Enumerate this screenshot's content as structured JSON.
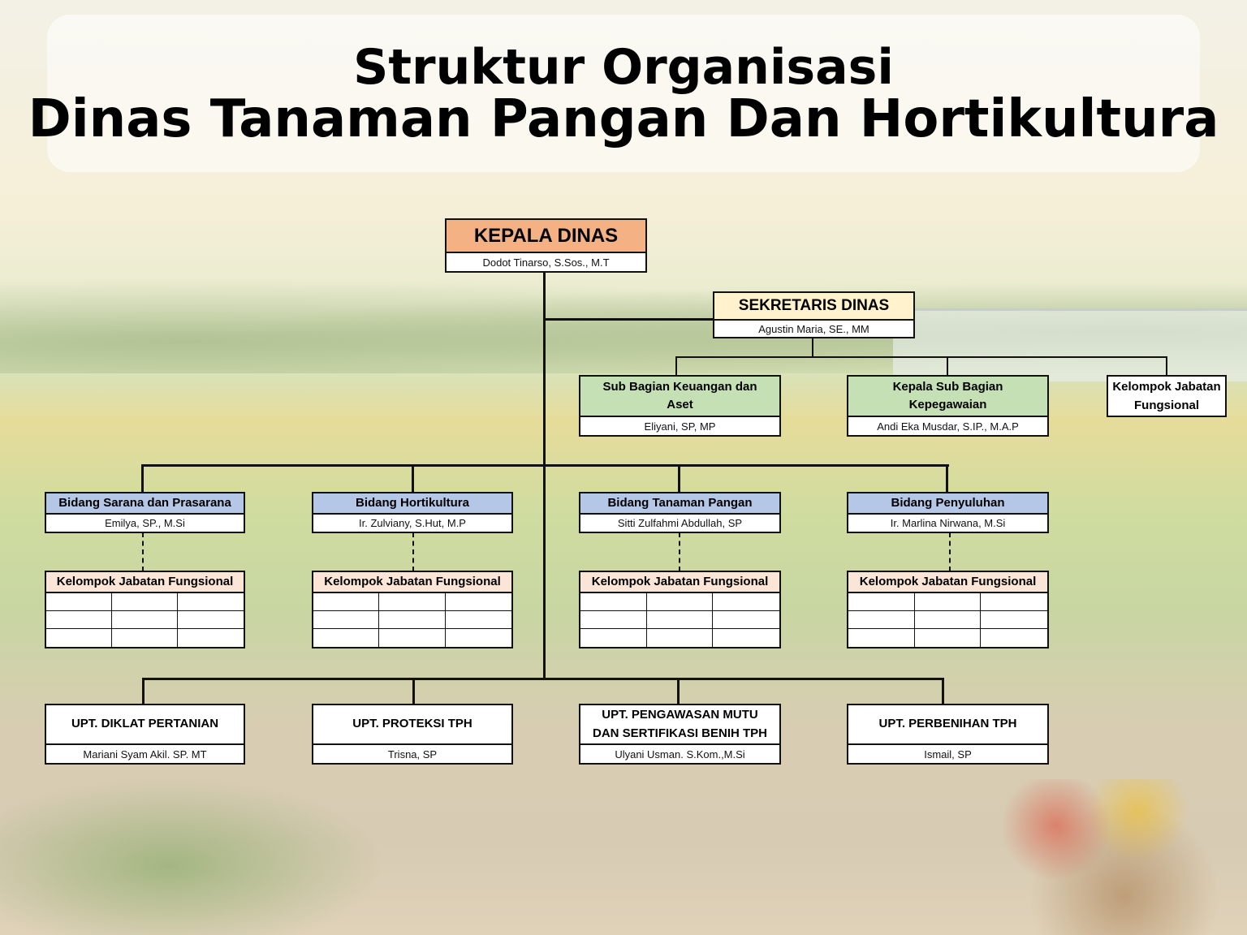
{
  "title": {
    "line1": "Struktur Organisasi",
    "line2": "Dinas Tanaman Pangan Dan Hortikultura"
  },
  "colors": {
    "kepala": "#f4b183",
    "sekretaris": "#fff2cc",
    "subbagian": "#c5e0b4",
    "bidang": "#b4c7e7",
    "kelompok": "#fbe5d6"
  },
  "kepala": {
    "title": "KEPALA DINAS",
    "name": "Dodot Tinarso, S.Sos., M.T"
  },
  "sekretaris": {
    "title": "SEKRETARIS DINAS",
    "name": "Agustin Maria, SE., MM"
  },
  "subbagian": [
    {
      "title": "Sub Bagian Keuangan dan Aset",
      "name": "Eliyani, SP, MP"
    },
    {
      "title": "Kepala Sub Bagian Kepegawaian",
      "name": "Andi Eka Musdar, S.IP., M.A.P"
    }
  ],
  "sekretariat_kelompok": "Kelompok Jabatan Fungsional",
  "bidang": [
    {
      "title": "Bidang Sarana dan Prasarana",
      "name": "Emilya, SP., M.Si"
    },
    {
      "title": "Bidang Hortikultura",
      "name": "Ir. Zulviany, S.Hut, M.P"
    },
    {
      "title": "Bidang Tanaman Pangan",
      "name": "Sitti Zulfahmi Abdullah, SP"
    },
    {
      "title": "Bidang Penyuluhan",
      "name": "Ir. Marlina Nirwana, M.Si"
    }
  ],
  "kelompok_label": "Kelompok Jabatan Fungsional",
  "upt": [
    {
      "title": "UPT. DIKLAT PERTANIAN",
      "name": "Mariani Syam Akil. SP. MT"
    },
    {
      "title": "UPT. PROTEKSI TPH",
      "name": "Trisna, SP"
    },
    {
      "title": "UPT. PENGAWASAN MUTU DAN SERTIFIKASI BENIH TPH",
      "name": "Ulyani Usman. S.Kom.,M.Si"
    },
    {
      "title": "UPT. PERBENIHAN TPH",
      "name": "Ismail, SP"
    }
  ]
}
